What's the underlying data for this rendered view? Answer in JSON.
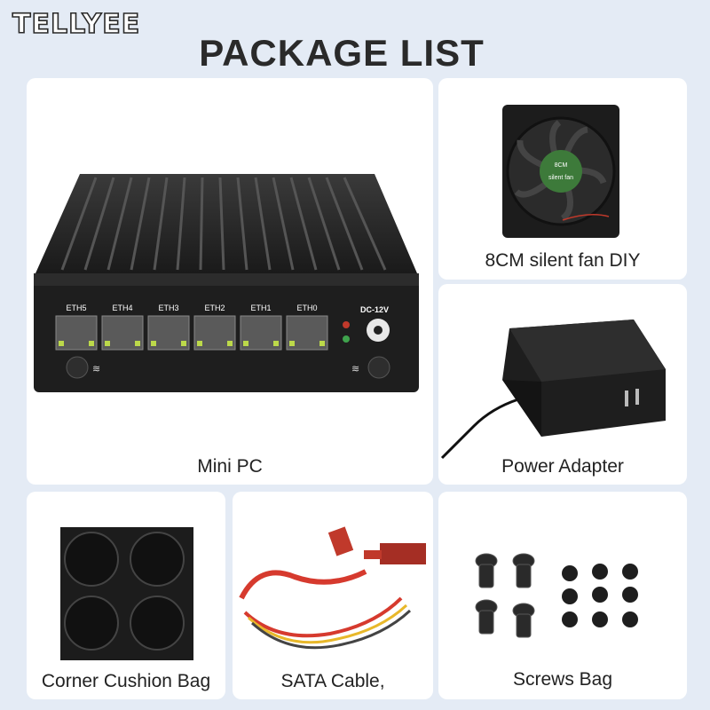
{
  "brand": "TELLYEE",
  "title": "PACKAGE LIST",
  "items": {
    "mini_pc": {
      "caption": "Mini PC",
      "ports": [
        "ETH5",
        "ETH4",
        "ETH3",
        "ETH2",
        "ETH1",
        "ETH0"
      ],
      "power_label": "DC-12V"
    },
    "fan": {
      "caption": "8CM silent fan DIY",
      "sticker_top": "8CM",
      "sticker_bottom": "silent fan"
    },
    "power_adapter": {
      "caption": "Power Adapter"
    },
    "cushion": {
      "caption": "Corner Cushion Bag"
    },
    "sata": {
      "caption": "SATA Cable,"
    },
    "screws": {
      "caption": "Screws Bag"
    }
  },
  "colors": {
    "background": "#e4ebf5",
    "card": "#ffffff",
    "device": "#1c1c1c",
    "sata_red": "#d63a2e",
    "sata_yellow": "#e8b82a"
  }
}
